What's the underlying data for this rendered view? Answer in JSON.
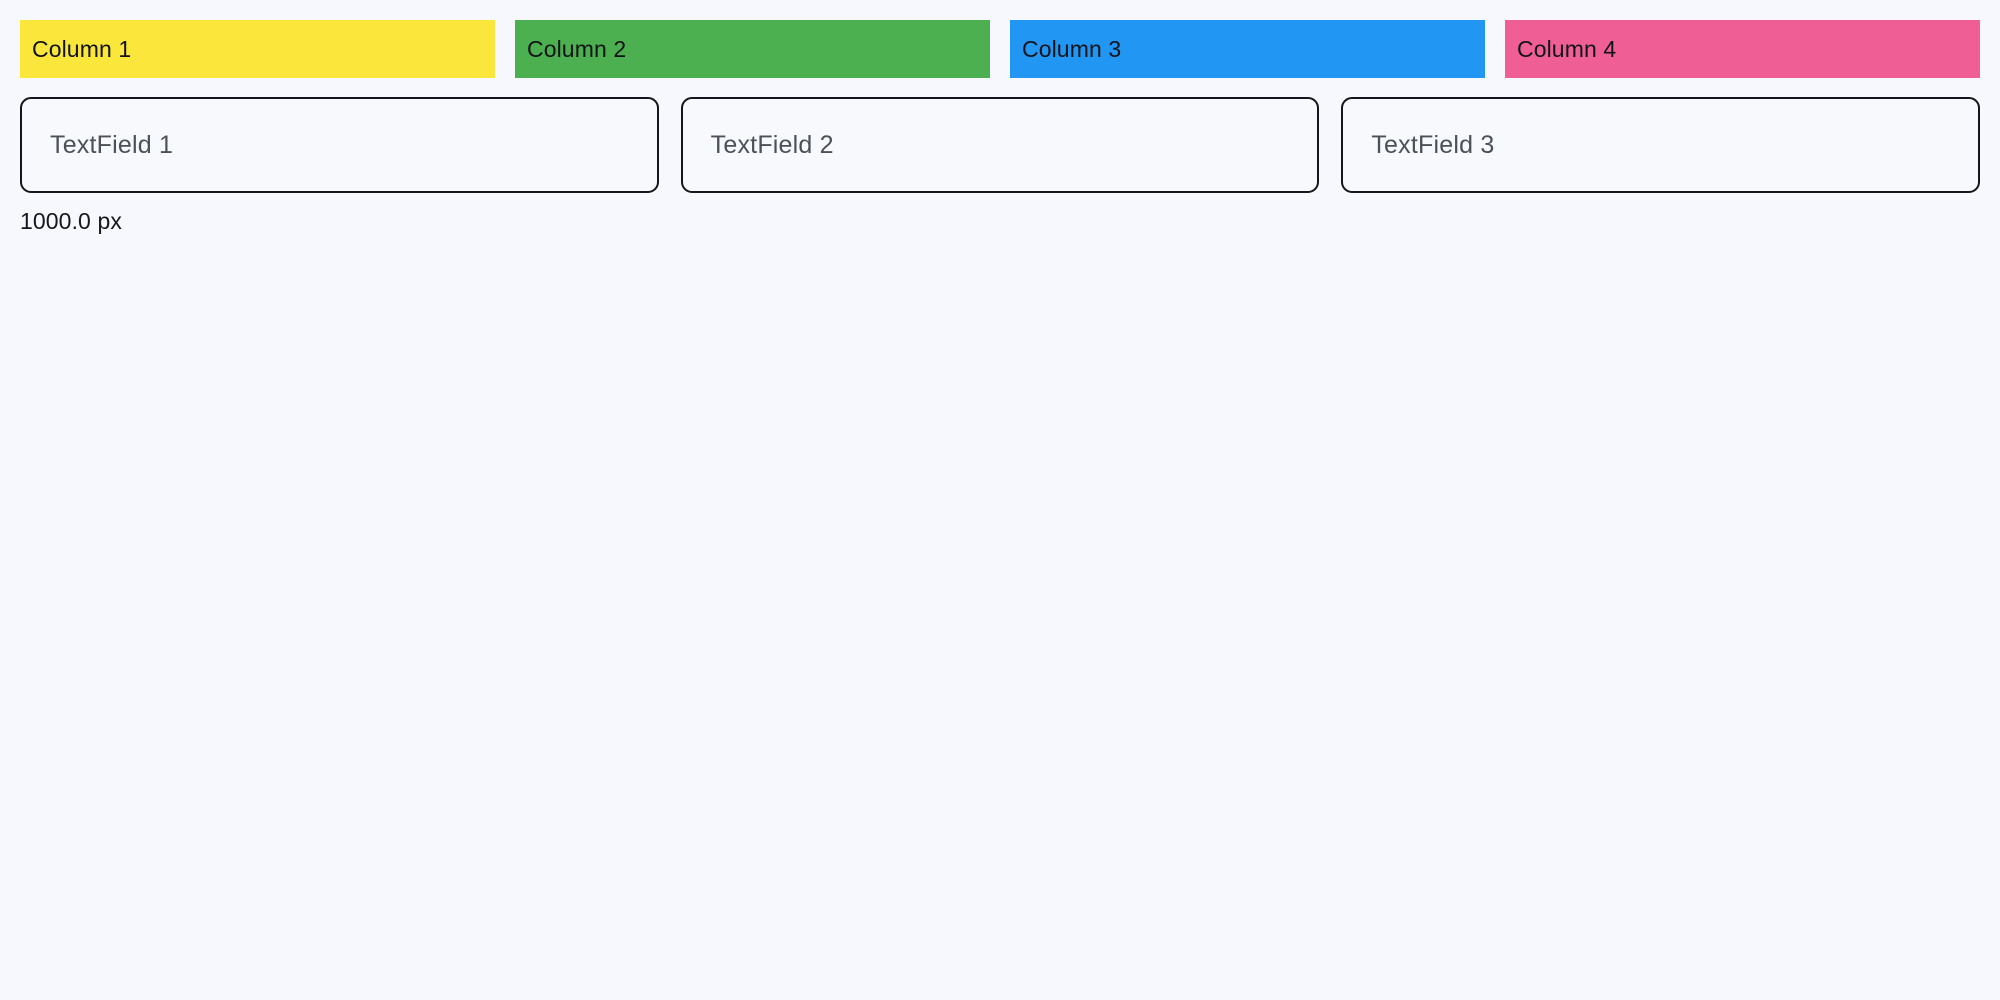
{
  "page": {
    "background_color": "#f7f8fd",
    "text_color": "#14171d"
  },
  "columns": {
    "items": [
      {
        "label": "Column 1",
        "color": "#fbe73c",
        "text_color": "#111318"
      },
      {
        "label": "Column 2",
        "color": "#4caf50",
        "text_color": "#111318"
      },
      {
        "label": "Column 3",
        "color": "#2196f3",
        "text_color": "#111318"
      },
      {
        "label": "Column 4",
        "color": "#ef5f96",
        "text_color": "#111318"
      }
    ]
  },
  "textfields": {
    "items": [
      {
        "placeholder": "TextField 1",
        "value": ""
      },
      {
        "placeholder": "TextField 2",
        "value": ""
      },
      {
        "placeholder": "TextField 3",
        "value": ""
      }
    ],
    "border_color": "#13161c",
    "placeholder_color": "#4b5159"
  },
  "readout": {
    "size_label": "1000.0 px"
  }
}
